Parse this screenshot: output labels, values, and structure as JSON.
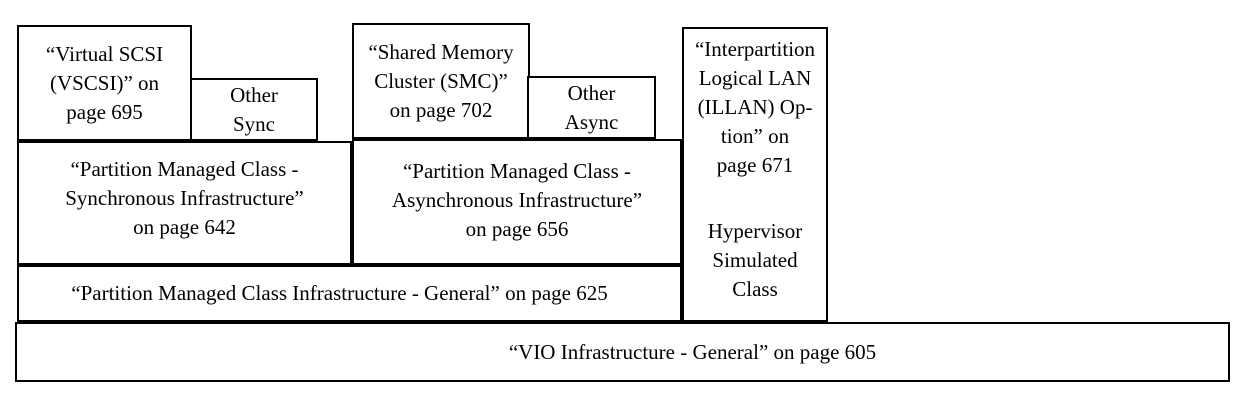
{
  "diagram": {
    "description": "VIO infrastructure class hierarchy block diagram",
    "colors": {
      "background": "#ffffff",
      "box_fill": "#ffffff",
      "border": "#000000",
      "text": "#000000"
    },
    "boxes": {
      "vscsi": {
        "lines": [
          "“Virtual SCSI",
          "(VSCSI)” on",
          "page 695"
        ]
      },
      "other_sync": {
        "lines": [
          "Other",
          "Sync"
        ]
      },
      "smc": {
        "lines": [
          "“Shared Memory",
          "Cluster (SMC)”",
          "on page 702"
        ]
      },
      "other_async": {
        "lines": [
          "Other",
          "Async"
        ]
      },
      "illan": {
        "lines": [
          "“Interpartition",
          "Logical LAN",
          "(ILLAN) Op-",
          "tion” on",
          "page 671"
        ]
      },
      "hypervisor": {
        "lines": [
          "Hypervisor",
          "Simulated",
          "Class"
        ]
      },
      "sync_infra": {
        "lines": [
          "“Partition Managed Class -",
          "Synchronous Infrastructure”",
          "on page 642"
        ]
      },
      "async_infra": {
        "lines": [
          "“Partition Managed Class -",
          "Asynchronous Infrastructure”",
          "on page 656"
        ]
      },
      "pmc_general": {
        "text": "“Partition Managed Class Infrastructure - General” on page 625"
      },
      "vio_general": {
        "text": "“VIO Infrastructure - General” on page 605"
      }
    }
  }
}
